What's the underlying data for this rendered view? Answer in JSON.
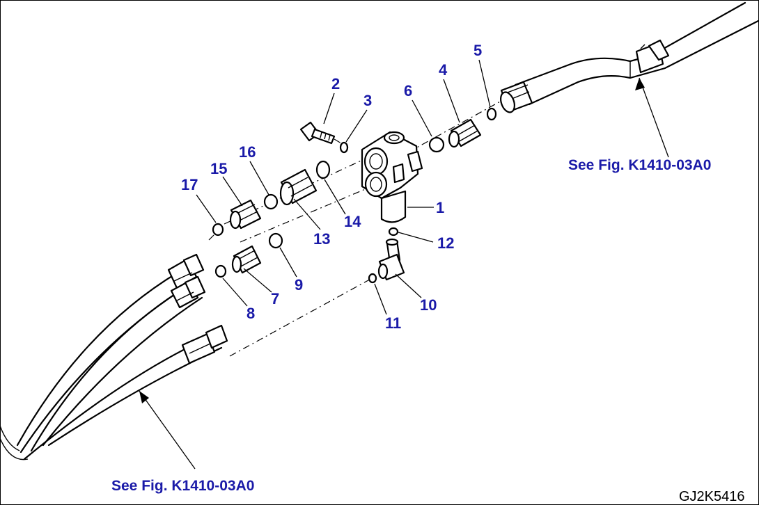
{
  "callouts": [
    {
      "id": "1",
      "label": "1"
    },
    {
      "id": "2",
      "label": "2"
    },
    {
      "id": "3",
      "label": "3"
    },
    {
      "id": "4",
      "label": "4"
    },
    {
      "id": "5",
      "label": "5"
    },
    {
      "id": "6",
      "label": "6"
    },
    {
      "id": "7",
      "label": "7"
    },
    {
      "id": "8",
      "label": "8"
    },
    {
      "id": "9",
      "label": "9"
    },
    {
      "id": "10",
      "label": "10"
    },
    {
      "id": "11",
      "label": "11"
    },
    {
      "id": "12",
      "label": "12"
    },
    {
      "id": "13",
      "label": "13"
    },
    {
      "id": "14",
      "label": "14"
    },
    {
      "id": "15",
      "label": "15"
    },
    {
      "id": "16",
      "label": "16"
    },
    {
      "id": "17",
      "label": "17"
    }
  ],
  "references": {
    "upper": "See Fig. K1410-03A0",
    "lower": "See Fig. K1410-03A0"
  },
  "colors": {
    "callout_text": "#1a1aa8",
    "line": "#000000",
    "background": "#ffffff"
  },
  "figure_code": "GJ2K5416"
}
